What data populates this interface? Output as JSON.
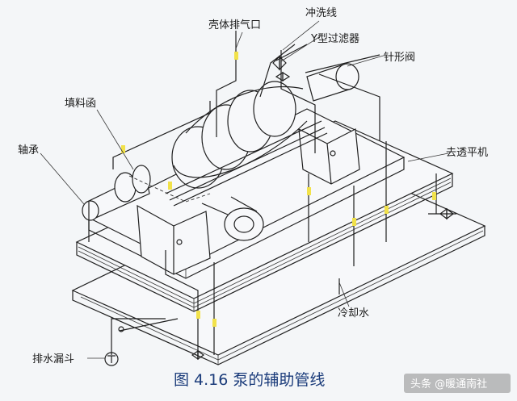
{
  "labels": {
    "casing_vent": "壳体排气口",
    "flush_line": "冲洗线",
    "y_strainer": "Y型过滤器",
    "needle_valve": "针形阀",
    "stuffing_box": "填料函",
    "bearing": "轴承",
    "to_flat_machine": "去透平机",
    "cooling_water": "冷却水",
    "drain_funnel": "排水漏斗"
  },
  "caption": "图 4.16 泵的辅助管线",
  "watermark": "头条 @暖通南社",
  "colors": {
    "line": "#1f1f1f",
    "marker": "#f2e24a",
    "caption": "#1a3b7a",
    "background": "#f4f6f8"
  }
}
